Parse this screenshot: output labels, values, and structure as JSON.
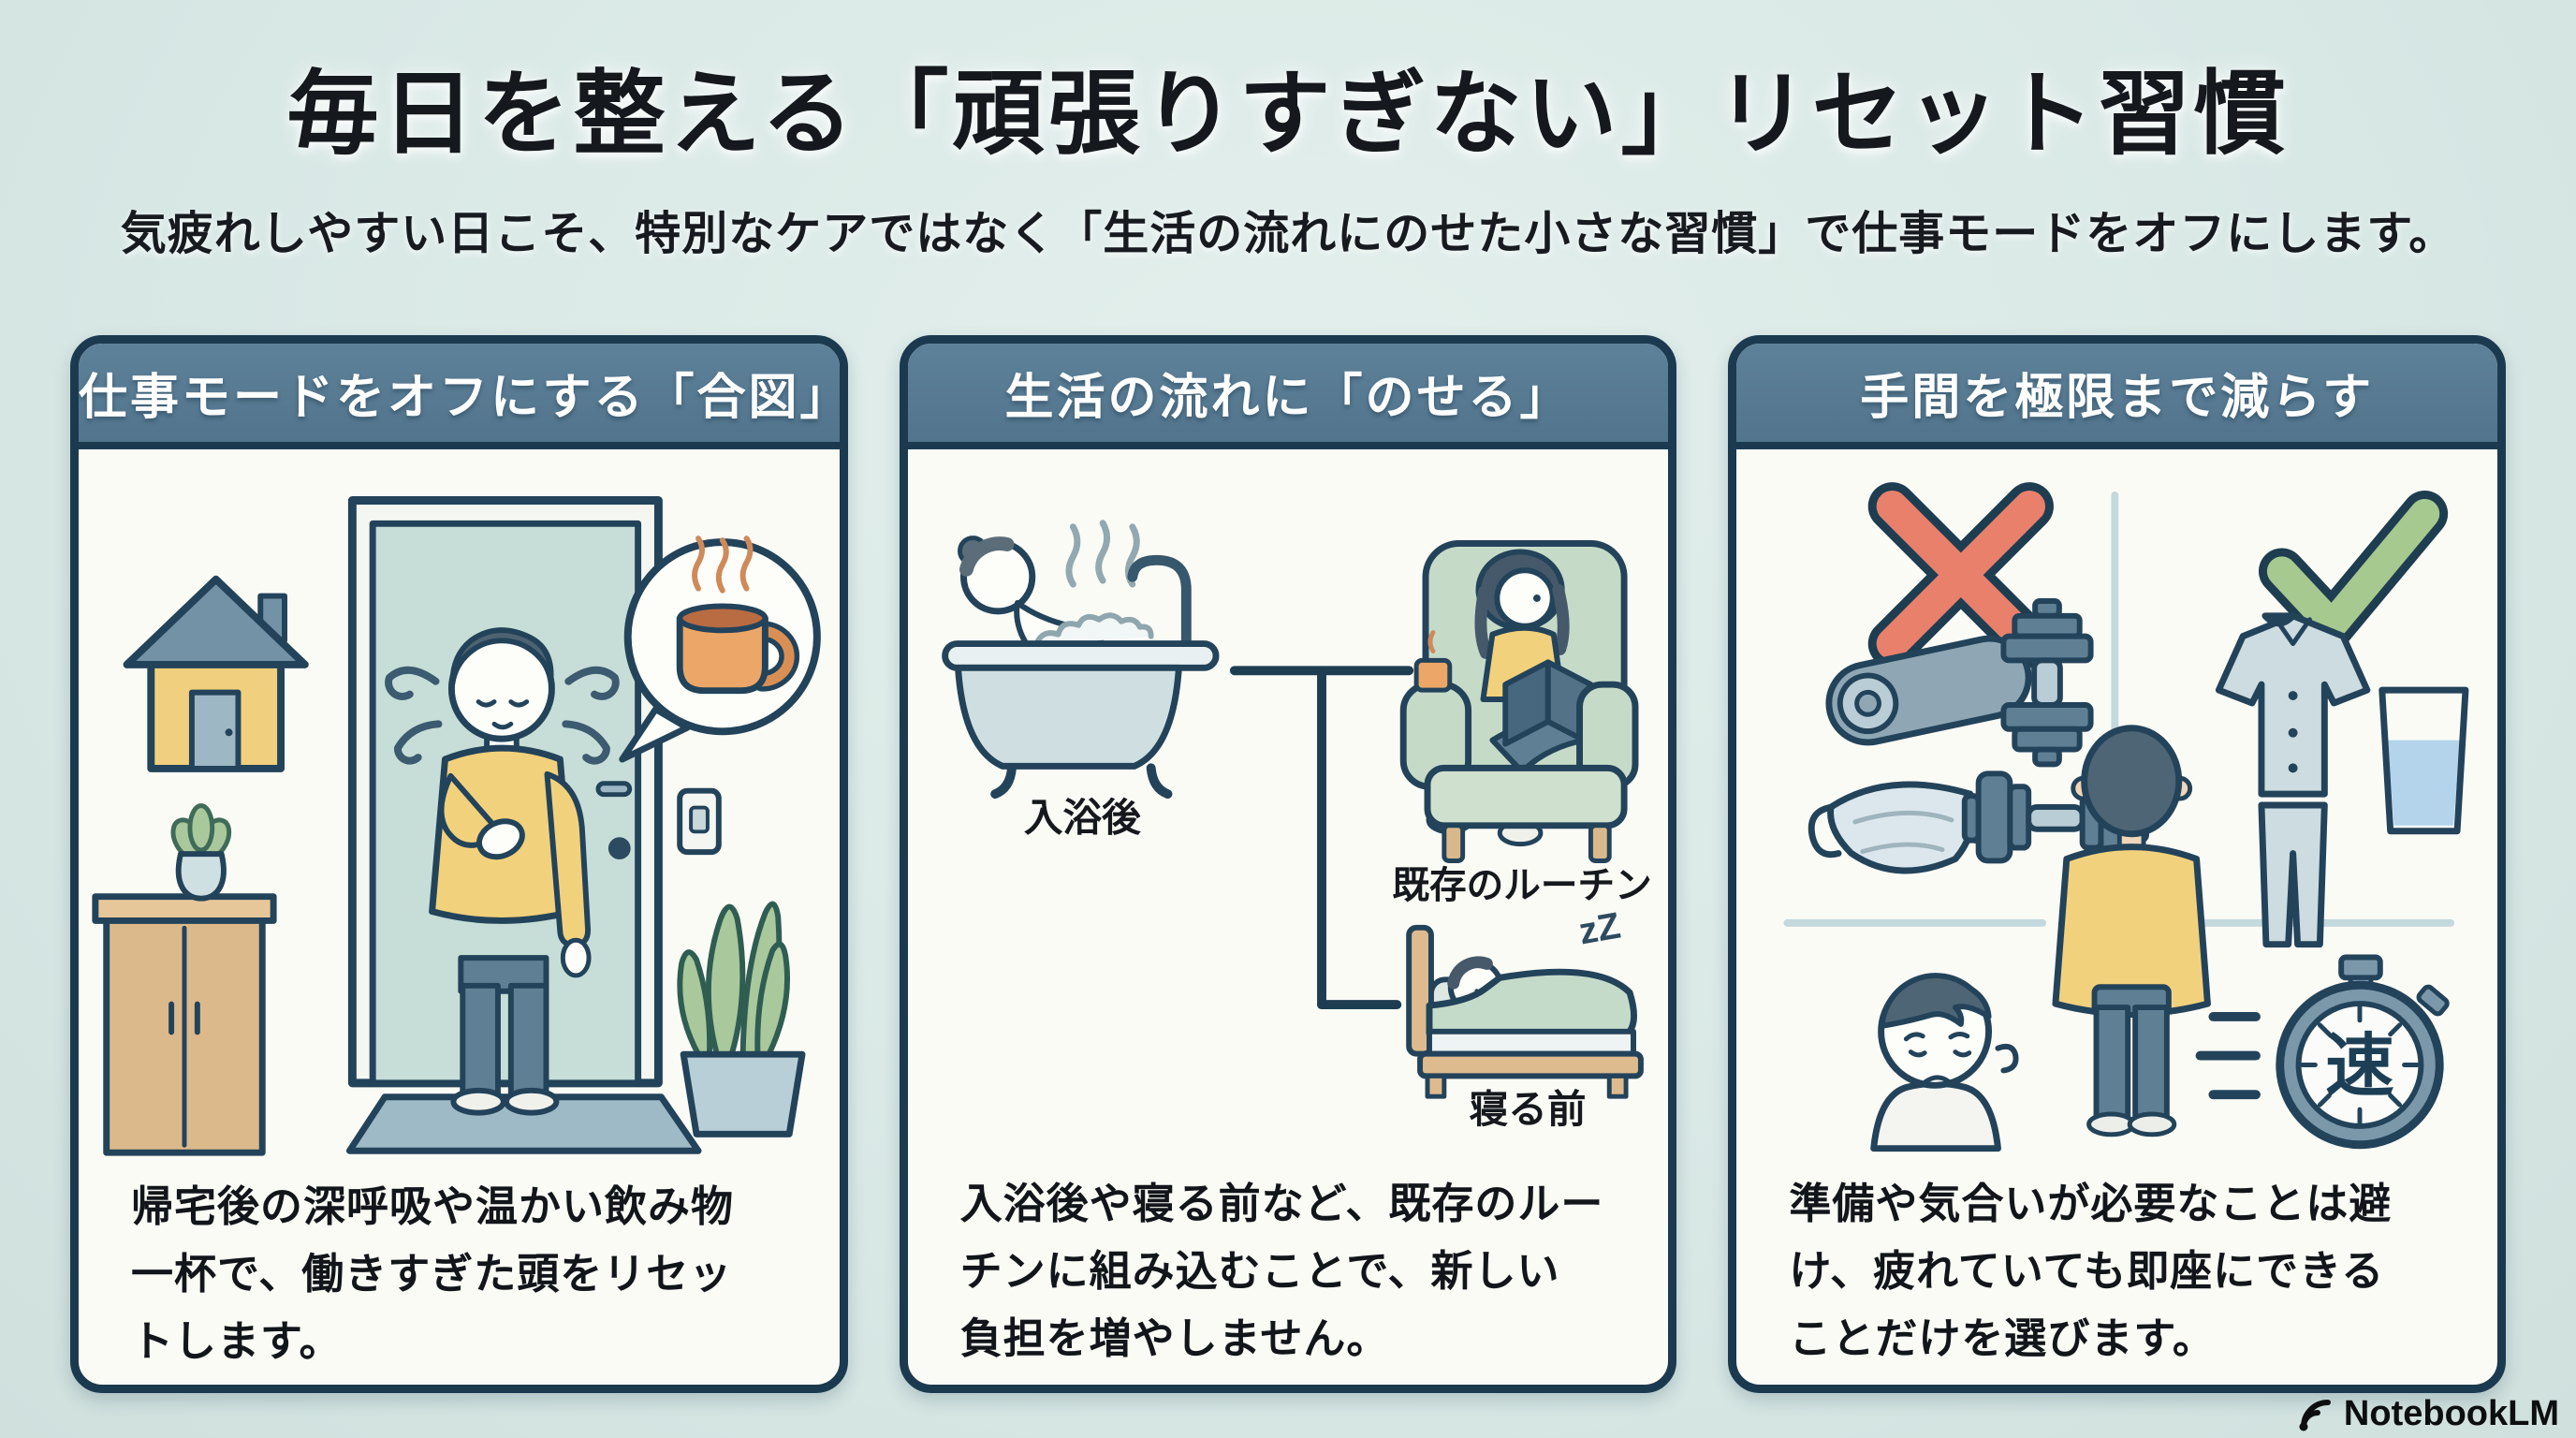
{
  "header": {
    "title": "毎日を整える「頑張りすぎない」リセット習慣",
    "subtitle": "気疲れしやすい日こそ、特別なケアではなく「生活の流れにのせた小さな習慣」で仕事モードをオフにします。"
  },
  "cards": [
    {
      "header": "仕事モードをオフにする「合図」",
      "body": "帰宅後の深呼吸や温かい飲み物\n一杯で、働きすぎた頭をリセッ\nトします。"
    },
    {
      "header": "生活の流れに「のせる」",
      "body": "入浴後や寝る前など、既存のルー\nチンに組み込むことで、新しい\n負担を増やしません。",
      "labels": {
        "after_bath": "入浴後",
        "existing_routine": "既存のルーチン",
        "before_sleep": "寝る前",
        "zzz": "zZ"
      }
    },
    {
      "header": "手間を極限まで減らす",
      "body": "準備や気合いが必要なことは避\nけ、疲れていても即座にできる\nことだけを選びます。",
      "labels": {
        "stopwatch_kanji": "速"
      }
    }
  ],
  "footer": {
    "brand": "NotebookLM"
  },
  "colors": {
    "background": "#d8e8e5",
    "card_border": "#1b3a50",
    "card_header_bg": "#5d8199",
    "card_header_text": "#ffffff",
    "card_body_bg": "#fbfbf6",
    "body_text": "#12161a",
    "navy": "#23435a",
    "accent_red": "#e8806c",
    "accent_green": "#a5c98f",
    "accent_yellow": "#f2d17c",
    "accent_orange": "#eca667",
    "slate_blue": "#5f7f94"
  }
}
